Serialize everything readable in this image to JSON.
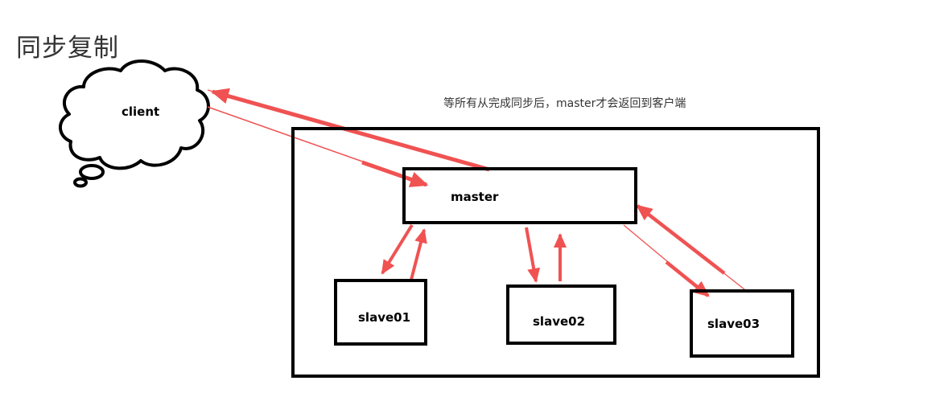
{
  "title": "同步复制",
  "note": "等所有从完成同步后，master才会返回到客户端",
  "nodes": {
    "client": "client",
    "master": "master",
    "slave01": "slave01",
    "slave02": "slave02",
    "slave03": "slave03"
  },
  "colors": {
    "arrow": "#f05252",
    "outline": "#000000",
    "text": "#333333"
  }
}
